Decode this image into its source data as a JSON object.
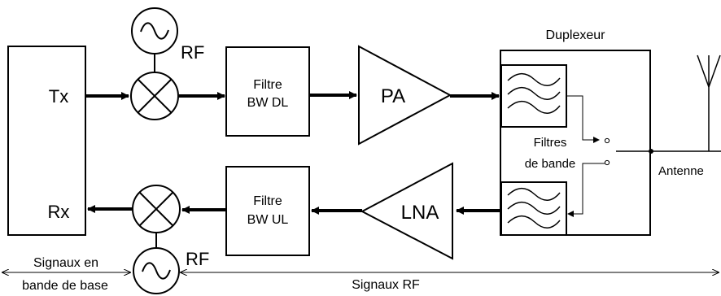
{
  "blocks": {
    "tx": "Tx",
    "rx": "Rx",
    "filter_dl_line1": "Filtre",
    "filter_dl_line2": "BW DL",
    "filter_ul_line1": "Filtre",
    "filter_ul_line2": "BW UL",
    "pa": "PA",
    "lna": "LNA",
    "duplexer_title": "Duplexeur",
    "band_filters_line1": "Filtres",
    "band_filters_line2": "de bande",
    "antenna": "Antenne"
  },
  "oscillators": {
    "rf_top": "RF",
    "rf_bottom": "RF"
  },
  "annotations": {
    "baseband_line1": "Signaux en",
    "baseband_line2": "bande de base",
    "rf_signals": "Signaux RF"
  },
  "colors": {
    "stroke": "#000000",
    "background": "#ffffff"
  }
}
